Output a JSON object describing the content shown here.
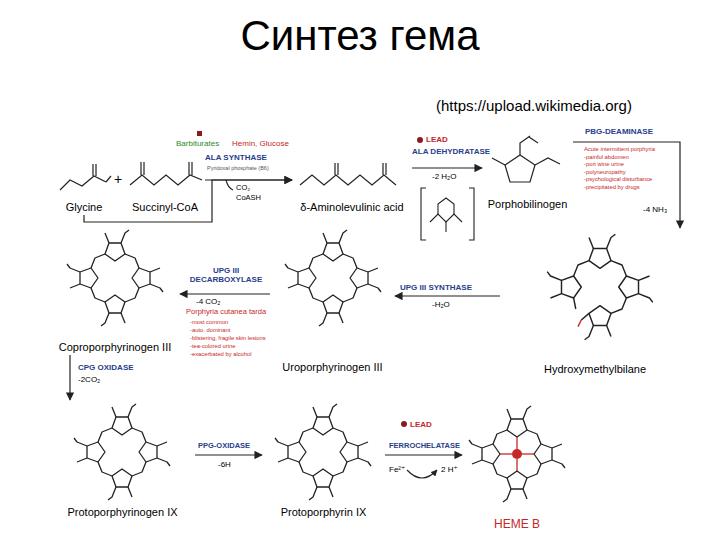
{
  "diagram": {
    "title": "Синтез гема",
    "nodes": [
      {
        "text": [
          "Glycine"
        ]
      },
      {
        "text": [
          "Succinyl-CoA"
        ]
      },
      {
        "text": [
          "δ-Aminolevulinic acid"
        ]
      },
      {
        "text": [
          "Porphobilinogen"
        ]
      },
      {
        "text": [
          "Hydroxymethylbilane"
        ]
      },
      {
        "text": [
          "Uroporphyrinogen III"
        ]
      },
      {
        "text": [
          "Coproporphyrinogen III"
        ]
      },
      {
        "text": [
          "Protoporphyrinogen IX"
        ]
      },
      {
        "text": [
          "Protoporphyrin IX"
        ]
      },
      {
        "text": [
          "HEME B"
        ]
      }
    ],
    "edges": [
      {
        "from": 0,
        "to": 2,
        "arrow": "to"
      },
      {
        "from": 1,
        "to": 2,
        "label": "ALA SYNTHASE",
        "arrow": "to"
      },
      {
        "from": 2,
        "to": 3,
        "label": "ALA DEHYDRATASE",
        "arrow": "to"
      },
      {
        "from": 3,
        "to": 4,
        "label": "PBG-DEAMINASE",
        "arrow": "to"
      },
      {
        "from": 4,
        "to": 5,
        "label": "UPG III SYNTHASE",
        "arrow": "to"
      },
      {
        "from": 5,
        "to": 6,
        "label": "UPG III DECARBOXYLASE",
        "arrow": "to"
      },
      {
        "from": 6,
        "to": 7,
        "label": "CPG OXIDASE",
        "arrow": "to"
      },
      {
        "from": 7,
        "to": 8,
        "label": "PPG-OXIDASE",
        "arrow": "to"
      },
      {
        "from": 8,
        "to": 9,
        "label": "FERROCHELATASE",
        "arrow": "to"
      }
    ],
    "labels": [
      "(https://upload.wikimedia.org)",
      "Barbiturates",
      "Hemin, Glucose",
      "Pyridoxal phosphate (B6)",
      "+",
      "CO₂",
      "CoASH",
      "LEAD",
      "-2 H₂O",
      "Acute intermittent porphyria",
      "-painful abdomen",
      "-port wine urine",
      "-polyneuropathy",
      "-psychological disturbance",
      "-precipitated by drugs",
      "-4 NH₃",
      "-H₂O",
      "-4 CO₂",
      "Porphyria cutanea tarda",
      "-most common",
      "-auto. dominant",
      "-blistering, fragile skin lesions",
      "-tea-colored urine",
      "-exacerbated by alcohol",
      "-2CO₂",
      "-6H",
      "LEAD",
      "Fe²⁺",
      "2 H⁺"
    ]
  }
}
